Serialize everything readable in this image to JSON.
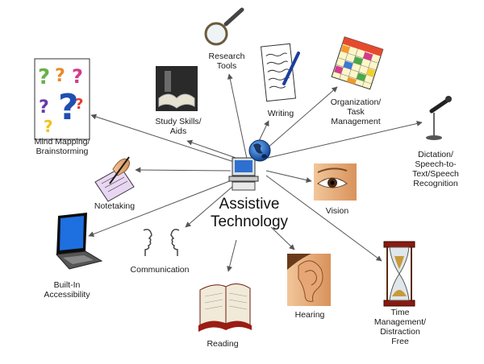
{
  "center": {
    "line1": "Assistive",
    "line2": "Technology"
  },
  "nodes": {
    "research": {
      "lines": [
        "Research",
        "Tools"
      ],
      "icon": "magnifying-glass-icon"
    },
    "writing": {
      "lines": [
        "Writing"
      ],
      "icon": "pen-and-paper-icon"
    },
    "organization": {
      "lines": [
        "Organization/",
        "Task",
        "Management"
      ],
      "icon": "calendar-icon"
    },
    "study": {
      "lines": [
        "Study Skills/",
        "Aids"
      ],
      "icon": "open-book-icon"
    },
    "mindmap": {
      "lines": [
        "Mind Mapping/",
        "Brainstorming"
      ],
      "icon": "question-marks-icon"
    },
    "dictation": {
      "lines": [
        "Dictation/",
        "Speech-to-",
        "Text/Speech",
        "Recognition"
      ],
      "icon": "microphone-icon"
    },
    "notetaking": {
      "lines": [
        "Notetaking"
      ],
      "icon": "hand-writing-icon"
    },
    "vision": {
      "lines": [
        "Vision"
      ],
      "icon": "eye-icon"
    },
    "builtin": {
      "lines": [
        "Built-In",
        "Accessibility"
      ],
      "icon": "laptop-icon"
    },
    "communication": {
      "lines": [
        "Communication"
      ],
      "icon": "two-faces-icon"
    },
    "hearing": {
      "lines": [
        "Hearing"
      ],
      "icon": "ear-icon"
    },
    "reading": {
      "lines": [
        "Reading"
      ],
      "icon": "book-icon"
    },
    "time": {
      "lines": [
        "Time",
        "Management/",
        "Distraction",
        "Free"
      ],
      "icon": "hourglass-icon"
    }
  }
}
